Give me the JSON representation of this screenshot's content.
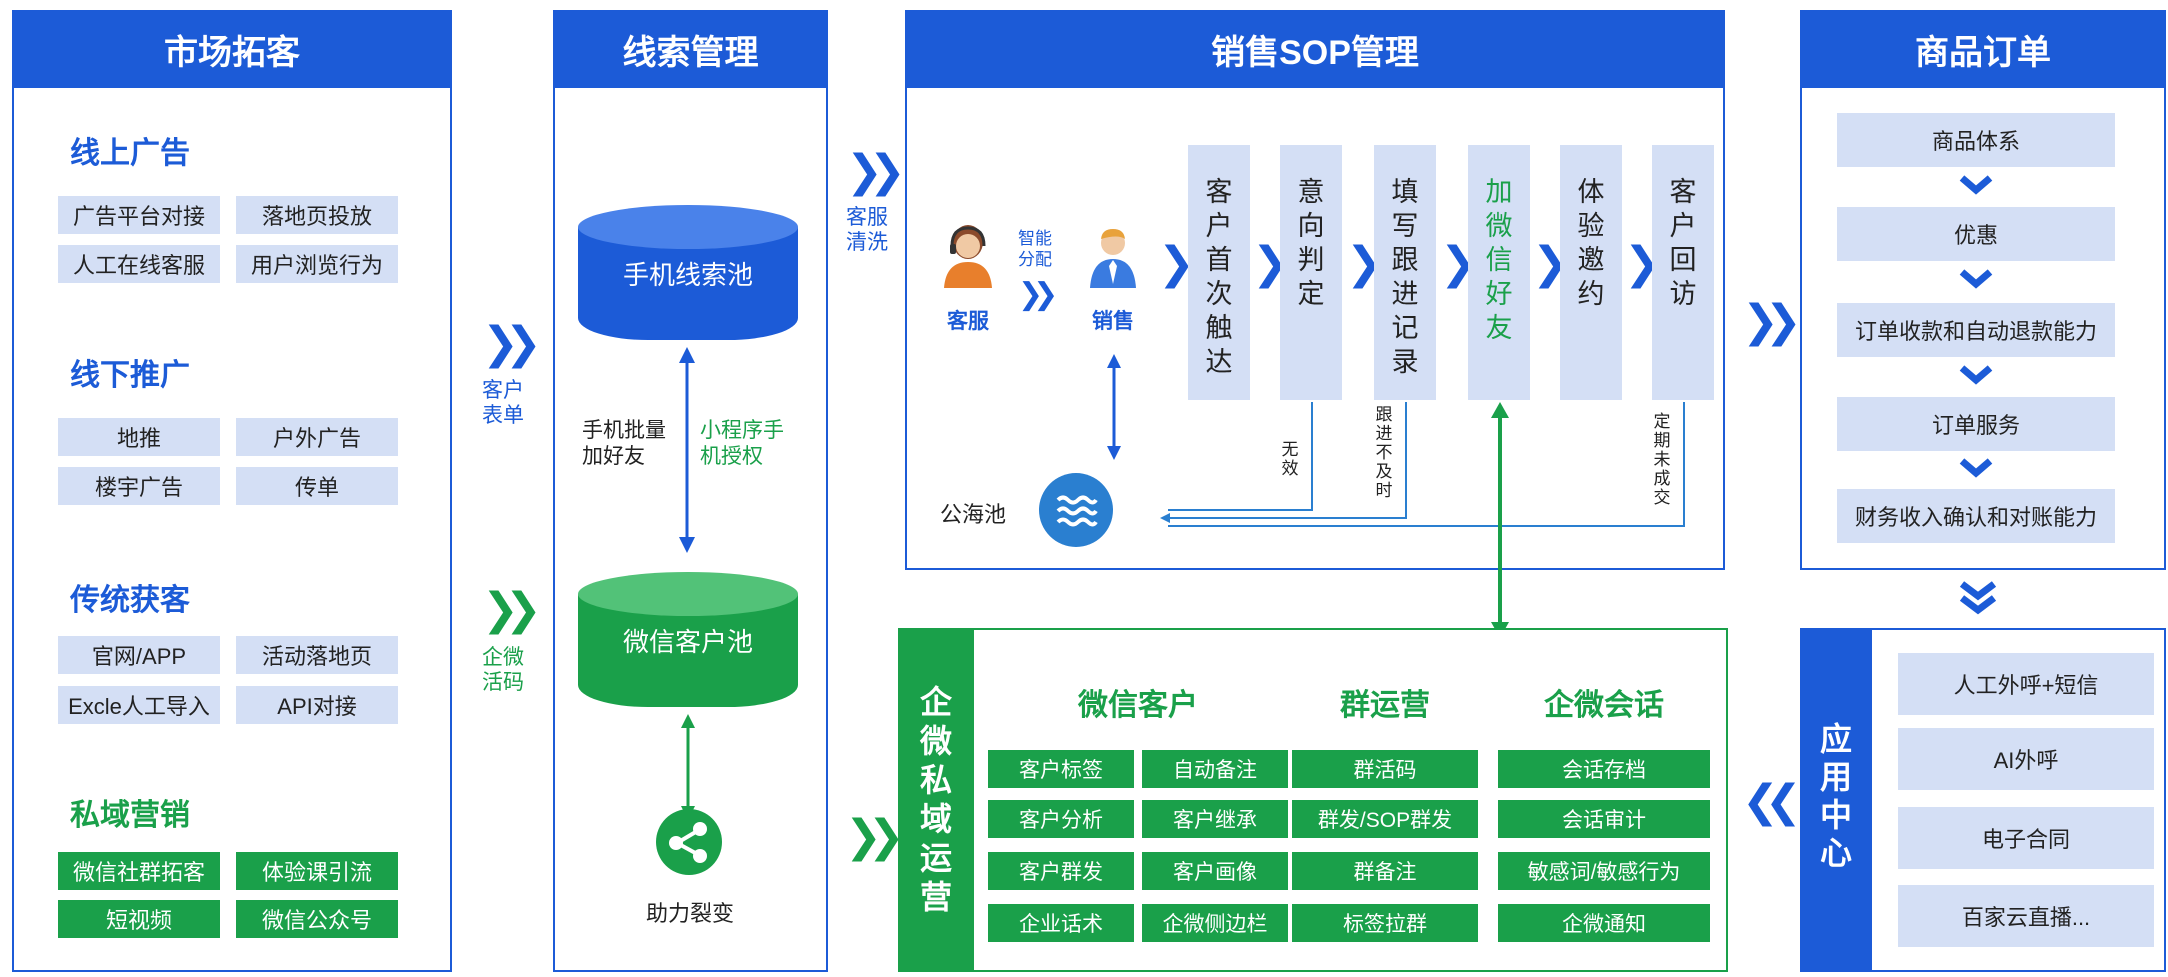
{
  "market": {
    "title": "市场拓客",
    "sections": [
      {
        "title": "线上广告",
        "tags": [
          "广告平台对接",
          "落地页投放",
          "人工在线客服",
          "用户浏览行为"
        ]
      },
      {
        "title": "线下推广",
        "tags": [
          "地推",
          "户外广告",
          "楼宇广告",
          "传单"
        ]
      },
      {
        "title": "传统获客",
        "tags": [
          "官网/APP",
          "活动落地页",
          "Excle人工导入",
          "API对接"
        ]
      },
      {
        "title": "私域营销",
        "tags": [
          "微信社群拓客",
          "体验课引流",
          "短视频",
          "微信公众号"
        ]
      }
    ],
    "arrow_labels": [
      "客户\n表单",
      "企微\n活码"
    ]
  },
  "leads": {
    "title": "线索管理",
    "phone_pool": "手机线索池",
    "wechat_pool": "微信客户池",
    "left_note": "手机批量\n加好友",
    "right_note": "小程序手\n机授权",
    "fission": "助力裂变",
    "arrow_label": "客服\n清洗"
  },
  "sop": {
    "title": "销售SOP管理",
    "cs_label": "客服",
    "sales_label": "销售",
    "assign_label": "智能\n分配",
    "public_pool": "公海池",
    "steps": [
      "客\n户\n首\n次\n触\n达",
      "意\n向\n判\n定",
      "填\n写\n跟\n进\n记\n录",
      "加\n微\n信\n好\n友",
      "体\n验\n邀\n约",
      "客\n户\n回\n访"
    ],
    "back_notes": [
      "无\n效",
      "跟\n进\n不\n及\n时",
      "定\n期\n未\n成\n交"
    ]
  },
  "orders": {
    "title": "商品订单",
    "items": [
      "商品体系",
      "优惠",
      "订单收款和自动退款能力",
      "订单服务",
      "财务收入确认和对账能力"
    ]
  },
  "app_center": {
    "title": "应\n用\n中\n心",
    "items": [
      "人工外呼+短信",
      "AI外呼",
      "电子合同",
      "百家云直播..."
    ]
  },
  "private_ops": {
    "title": "企\n微\n私\n域\n运\n营",
    "columns": [
      {
        "title": "微信客户",
        "tags": [
          "客户标签",
          "自动备注",
          "客户分析",
          "客户继承",
          "客户群发",
          "客户画像",
          "企业话术",
          "企微侧边栏"
        ]
      },
      {
        "title": "群运营",
        "tags": [
          "群活码",
          "群发/SOP群发",
          "群备注",
          "标签拉群"
        ]
      },
      {
        "title": "企微会话",
        "tags": [
          "会话存档",
          "会话审计",
          "敏感词/敏感行为",
          "企微通知"
        ]
      }
    ]
  },
  "colors": {
    "blue": "#1c5bd7",
    "green": "#1aa04a",
    "light_blue": "#d4dff5"
  }
}
